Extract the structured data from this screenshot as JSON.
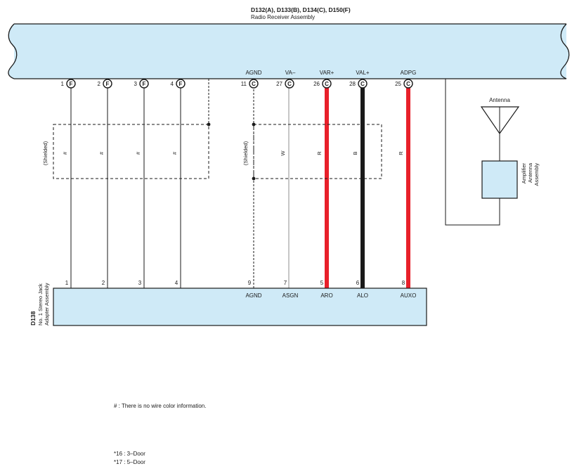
{
  "receiver": {
    "codes": "D132(A), D133(B), D134(C), D150(F)",
    "name": "Radio Receiver Assembly",
    "signals": [
      "AGND",
      "VA–",
      "VAR+",
      "VAL+",
      "ADPG"
    ],
    "pins": [
      {
        "num": "1",
        "conn": "F"
      },
      {
        "num": "2",
        "conn": "F"
      },
      {
        "num": "3",
        "conn": "F"
      },
      {
        "num": "4",
        "conn": "F"
      },
      {
        "num": "11",
        "conn": "C"
      },
      {
        "num": "27",
        "conn": "C"
      },
      {
        "num": "26",
        "conn": "C"
      },
      {
        "num": "28",
        "conn": "C"
      },
      {
        "num": "25",
        "conn": "C"
      }
    ]
  },
  "wires": {
    "shielded": "(Shielded)",
    "colors": [
      "#",
      "#",
      "#",
      "#",
      "W",
      "R",
      "B",
      "R"
    ],
    "color_hex": {
      "red": "#e8202a",
      "black": "#1a1a1a",
      "thin": "#1a1a1a",
      "light": "#b8b8b8"
    }
  },
  "antenna": {
    "label": "Antenna",
    "amp_line1": "Amplifier",
    "amp_line2": "Antenna",
    "amp_line3": "Assembly"
  },
  "jack": {
    "code": "D138",
    "name_line1": "No. 1 Stereo Jack",
    "name_line2": "Adapter Assembly",
    "pins": [
      "1",
      "2",
      "3",
      "4",
      "9",
      "7",
      "5",
      "6",
      "8"
    ],
    "signals": [
      "AGND",
      "ASGN",
      "ARO",
      "ALO",
      "AUXO"
    ]
  },
  "notes": {
    "wire_info": "# : There is no wire color information.",
    "door3": "*16 : 3–Door",
    "door5": "*17 : 5–Door"
  },
  "colors": {
    "box_fill": "#cfeaf7",
    "stroke": "#1a1a1a"
  }
}
